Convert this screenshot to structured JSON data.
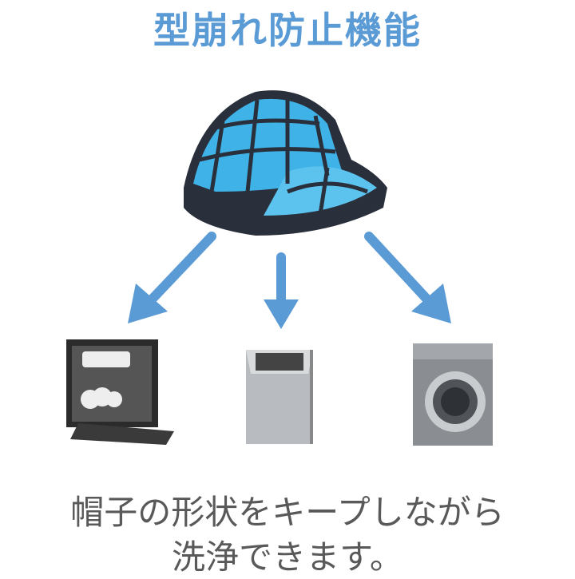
{
  "title": "型崩れ防止機能",
  "caption": {
    "line1": "帽子の形状をキープしながら",
    "line2": "洗浄できます。"
  },
  "colors": {
    "accent": "#5b9bd5",
    "caption": "#595959",
    "cap": "#3fb3e8",
    "frame": "#2a2f3c"
  }
}
